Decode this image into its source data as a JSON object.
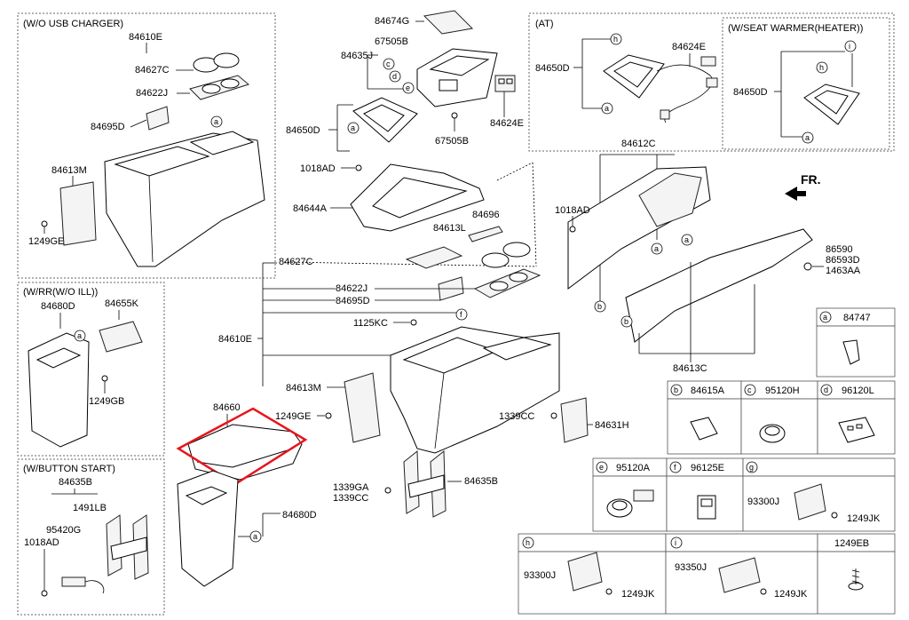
{
  "page": {
    "title": ""
  },
  "sections": {
    "wo_usb": "(W/O USB CHARGER)",
    "at": "(AT)",
    "seat_warmer": "(W/SEAT WARMER(HEATER))",
    "rr_ill": "(W/RR(W/O ILL))",
    "button_start": "(W/BUTTON START)"
  },
  "direction": "FR.",
  "labels": {
    "p84610E_a": "84610E",
    "p84627C_a": "84627C",
    "p84622J_a": "84622J",
    "p84695D_a": "84695D",
    "p84613M_a": "84613M",
    "p1249GE_a": "1249GE",
    "p84674G": "84674G",
    "p67505B_a": "67505B",
    "p84635J": "84635J",
    "p84650D_a": "84650D",
    "p67505B_b": "67505B",
    "p84624E_a": "84624E",
    "p1018AD_a": "1018AD",
    "p84644A": "84644A",
    "p84650D_b": "84650D",
    "p84624E_b": "84624E",
    "p84650D_c": "84650D",
    "p84612C": "84612C",
    "p1018AD_b": "1018AD",
    "p86590": "86590",
    "p86593D": "86593D",
    "p1463AA": "1463AA",
    "p84613C": "84613C",
    "p84696": "84696",
    "p84613L": "84613L",
    "p84627C_b": "84627C",
    "p84622J_b": "84622J",
    "p84695D_b": "84695D",
    "p1125KC": "1125KC",
    "p84610E_b": "84610E",
    "p84613M_b": "84613M",
    "p1249GE_b": "1249GE",
    "p84660": "84660",
    "p1339CC_a": "1339CC",
    "p84631H": "84631H",
    "p1339GA": "1339GA",
    "p1339CC_b": "1339CC",
    "p84635B_a": "84635B",
    "p84680D_a": "84680D",
    "p84680D_b": "84680D",
    "p84655K": "84655K",
    "p1249GB": "1249GB",
    "p84635B_b": "84635B",
    "p1491LB": "1491LB",
    "p95420G": "95420G",
    "p1018AD_c": "1018AD"
  },
  "callouts": {
    "a": "a",
    "b": "b",
    "c": "c",
    "d": "d",
    "e": "e",
    "f": "f",
    "g": "g",
    "h": "h",
    "i": "i"
  },
  "legend": {
    "a": {
      "letter": "a",
      "part": "84747"
    },
    "b": {
      "letter": "b",
      "part": "84615A"
    },
    "c": {
      "letter": "c",
      "part": "95120H"
    },
    "d": {
      "letter": "d",
      "part": "96120L"
    },
    "e": {
      "letter": "e",
      "part": "95120A"
    },
    "f": {
      "letter": "f",
      "part": "96125E"
    },
    "g": {
      "letter": "g",
      "part": "",
      "sub1": "93300J",
      "sub2": "1249JK"
    },
    "h": {
      "letter": "h",
      "part": "",
      "sub1": "93300J",
      "sub2": "1249JK"
    },
    "i": {
      "letter": "i",
      "part": "",
      "sub1": "93350J",
      "sub2": "1249JK"
    },
    "eb": {
      "part": "1249EB"
    }
  },
  "colors": {
    "highlight": "#e8141c",
    "line": "#000000",
    "frame": "#666666"
  }
}
